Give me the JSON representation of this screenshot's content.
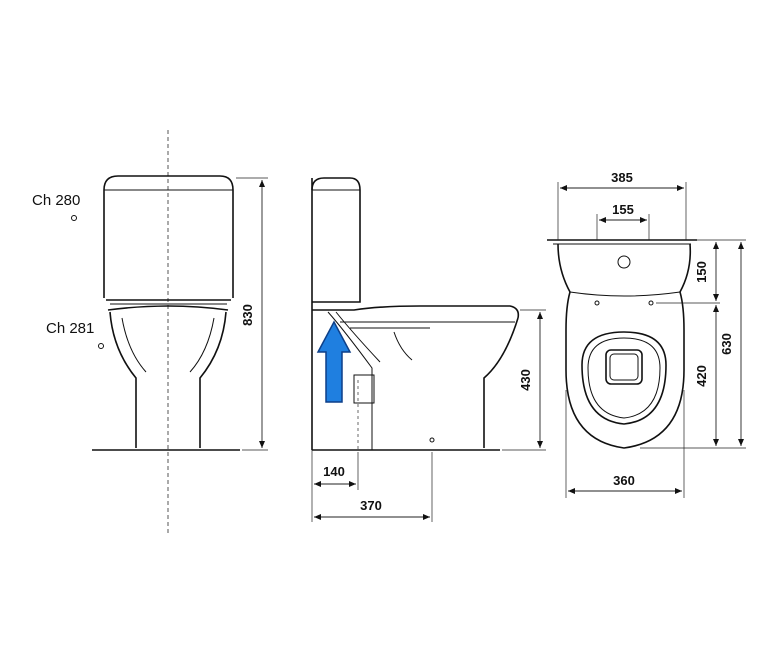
{
  "labels": {
    "ch280": "Ch 280",
    "ch281": "Ch 281"
  },
  "dimensions": {
    "total_height": "830",
    "bowl_height": "430",
    "wall_140": "140",
    "wall_370": "370",
    "width_385": "385",
    "spacing_155": "155",
    "depth_150": "150",
    "length_630": "630",
    "length_420": "420",
    "width_360": "360"
  },
  "colors": {
    "arrow": "#1f7fe0",
    "line": "#111111"
  }
}
